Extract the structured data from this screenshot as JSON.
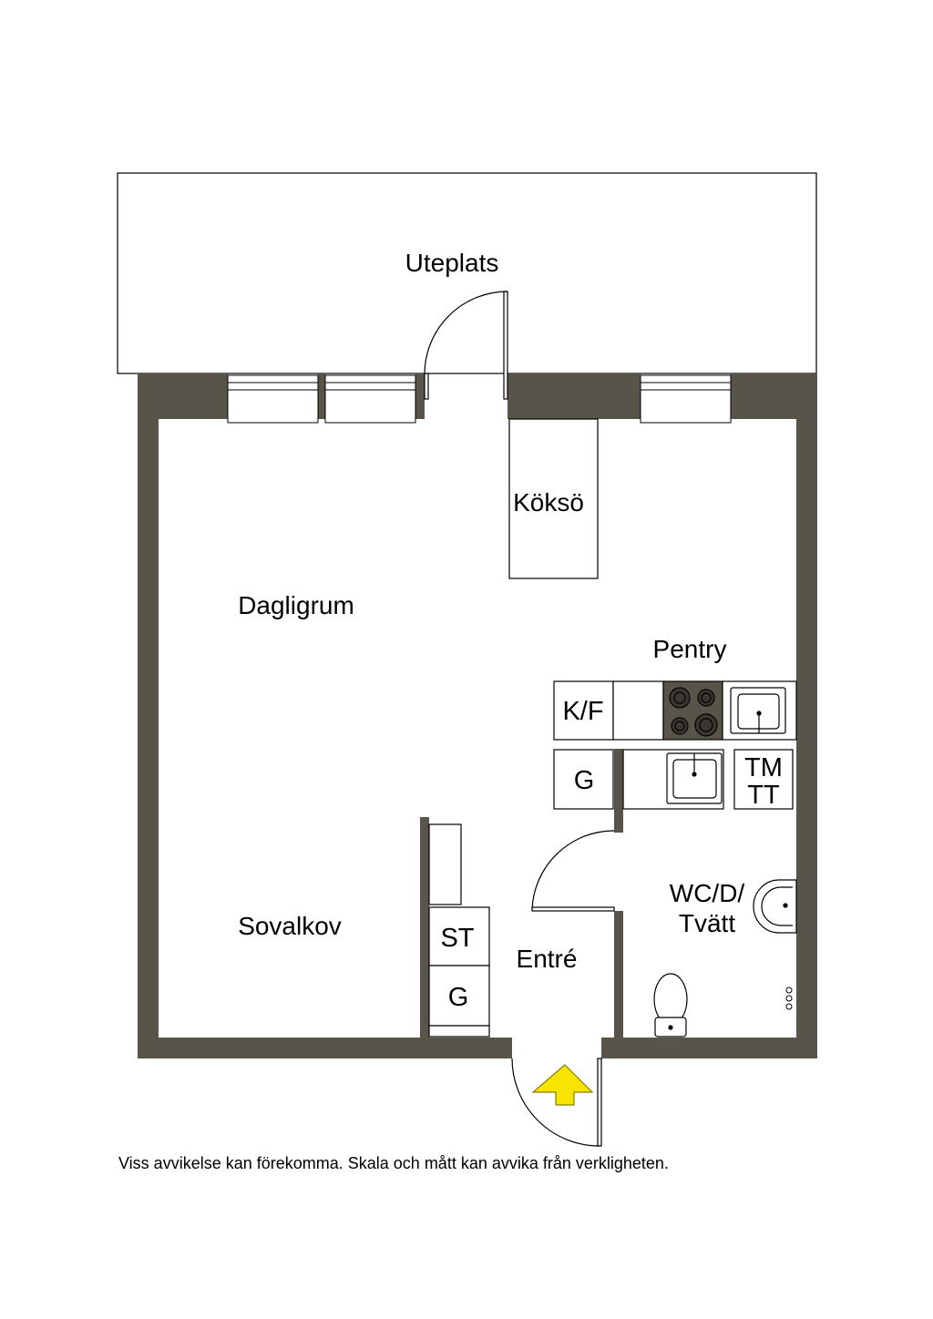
{
  "rooms": {
    "uteplats": "Uteplats",
    "kokso": "Köksö",
    "dagligrum": "Dagligrum",
    "pentry": "Pentry",
    "sovalkov": "Sovalkov",
    "entre": "Entré",
    "wc_line1": "WC/D/",
    "wc_line2": "Tvätt"
  },
  "fixtures": {
    "kf": "K/F",
    "g_kitchen": "G",
    "tm": "TM",
    "tt": "TT",
    "st": "ST",
    "g_entry": "G"
  },
  "disclaimer": "Viss avvikelse kan förekomma. Skala och mått kan avvika från verkligheten.",
  "colors": {
    "wall": "#59544a",
    "entry_arrow": "#f7e400"
  }
}
